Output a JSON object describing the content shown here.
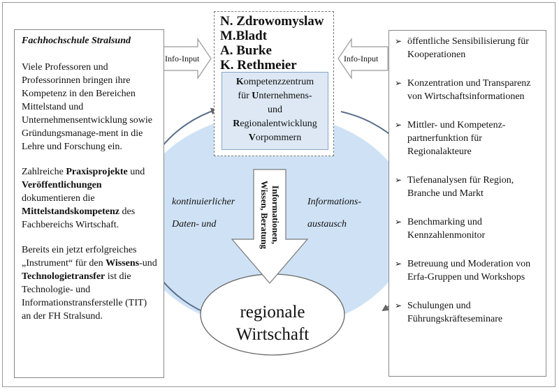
{
  "left_box": {
    "title": "Fachhochschule Stralsund",
    "p1": "Viele Professoren und Professorinnen bringen ihre Kompetenz in den Bereichen Mittelstand und Unternehmensentwicklung sowie Gründungsmanage-ment in die Lehre und Forschung ein.",
    "p2": {
      "t1": "Zahlreiche ",
      "b1": "Praxisprojekte",
      "t2": " und ",
      "b2": "Veröffentlichungen",
      "t3": " dokumentieren die ",
      "b3": "Mittelstandskompetenz",
      "t4": " des Fachbereichs Wirtschaft."
    },
    "p3": {
      "t1": "Bereits ein jetzt erfolgreiches „Instrument“ für den ",
      "b1": "Wissens",
      "t2": "-und ",
      "b2": "Technologietransfer",
      "t3": " ist die Technologie- und Informationstransferstelle (TIT) an der FH Stralsund."
    }
  },
  "info_input_left": "Info-Input",
  "info_input_right": "Info-Input",
  "names": [
    "N. Zdrowomyslaw",
    "M.Bladt",
    "A. Burke",
    "K. Rethmeier"
  ],
  "kompetenz": {
    "line1_b": "K",
    "line1_r": "ompetenzzentrum",
    "line2_a": "für ",
    "line2_b": "U",
    "line2_r": "nternehmens-",
    "line3": "und",
    "line4_b": "R",
    "line4_r": "egionalentwicklung",
    "line5_b": "V",
    "line5_r": "orpommern"
  },
  "flow": {
    "left_line1": "kontinuierlicher",
    "left_line2": "Daten- und",
    "right_line1": "Informations-",
    "right_line2": "austausch",
    "arrow_line1": "Informationen,",
    "arrow_line2": "Wissen, Beratung"
  },
  "regionale_wirtschaft": {
    "line1": "regionale",
    "line2": "Wirtschaft"
  },
  "right_items": [
    "öffentliche Sensibilisierung für Kooperationen",
    "Konzentration und Transparenz von Wirtschaftsinformationen",
    "Mittler- und Kompetenz-partnerfunktion für Regionalakteure",
    "Tiefenanalysen für Region, Branche und Markt",
    "Benchmarking und Kennzahlenmonitor",
    "Betreuung und Moderation von Erfa-Gruppen und Workshops",
    "Schulungen und Führungskräfteseminare"
  ],
  "colors": {
    "circle_fill": "#cfe2f5",
    "circle_stroke": "#5a6f8a",
    "box_fill": "#dde8f4"
  },
  "bullet_icon": "arrowhead-bullet-icon"
}
